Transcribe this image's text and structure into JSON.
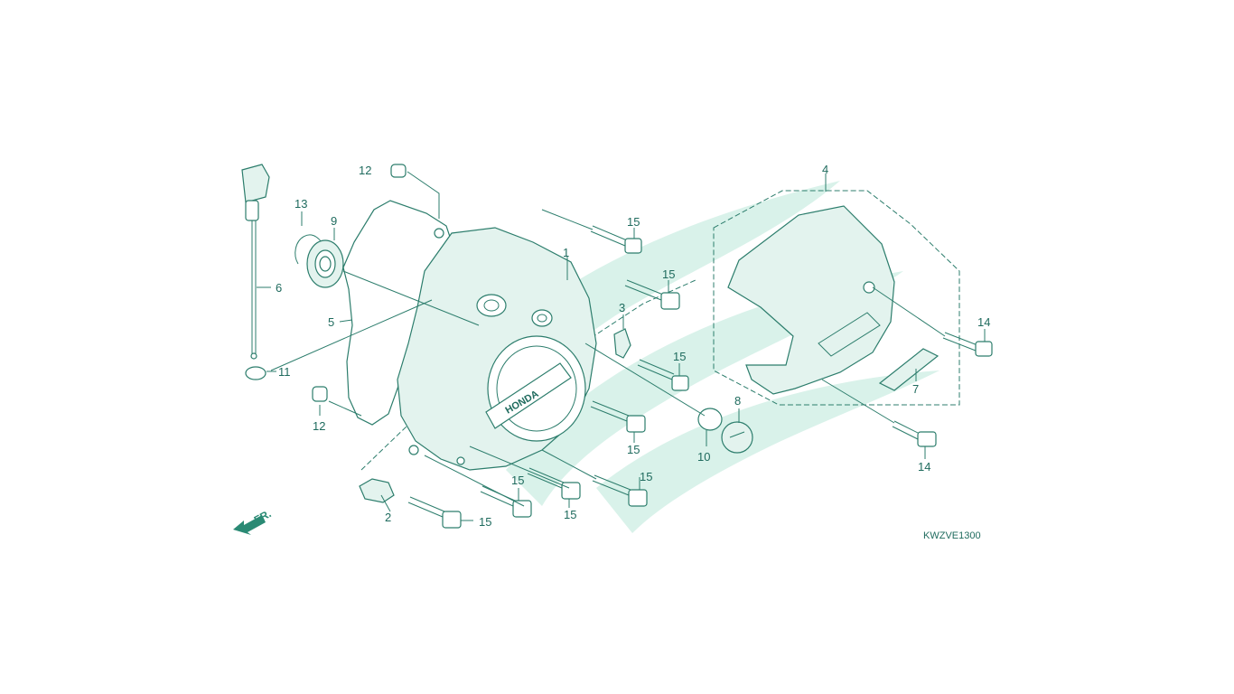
{
  "diagram": {
    "code": "KWZVE1300",
    "direction_label": "FR.",
    "cover_emblem": "HONDA",
    "callouts": {
      "p1": "1",
      "p2": "2",
      "p3": "3",
      "p4": "4",
      "p5": "5",
      "p6": "6",
      "p7": "7",
      "p8": "8",
      "p9": "9",
      "p10": "10",
      "p11": "11",
      "p12a": "12",
      "p12b": "12",
      "p13": "13",
      "p14a": "14",
      "p14b": "14",
      "p15a": "15",
      "p15b": "15",
      "p15c": "15",
      "p15d": "15",
      "p15e": "15",
      "p15f": "15",
      "p15g": "15",
      "p15h": "15"
    }
  },
  "colors": {
    "line": "#2c7d6c",
    "text": "#1f6b5e",
    "watermark": "#d9f2ea"
  }
}
